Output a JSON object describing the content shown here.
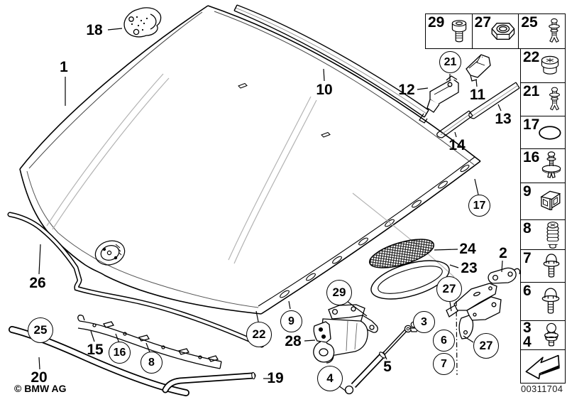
{
  "title": "Engine hood / mounting parts exploded diagram",
  "footer": {
    "copyright": "© BMW AG",
    "doc_number": "00311704"
  },
  "circled": {
    "c21": "21",
    "c17": "17",
    "c25": "25",
    "c16": "16",
    "c8": "8",
    "c22": "22",
    "c9": "9",
    "c29": "29",
    "c4": "4",
    "c3": "3",
    "c6": "6",
    "c7": "7",
    "c27a": "27",
    "c27b": "27"
  },
  "plain": {
    "p18": "18",
    "p1": "1",
    "p10": "10",
    "p12": "12",
    "p11": "11",
    "p13": "13",
    "p14": "14",
    "p26": "26",
    "p15": "15",
    "p20": "20",
    "p19": "19",
    "p28": "28",
    "p5": "5",
    "p2": "2",
    "p24": "24",
    "p23": "23"
  },
  "panel": {
    "row": {
      "r29": "29",
      "r27": "27",
      "r25": "25"
    },
    "col": {
      "k22": "22",
      "k21": "21",
      "k17": "17",
      "k16": "16",
      "k9": "9",
      "k8": "8",
      "k7": "7",
      "k6": "6",
      "k3": "3",
      "k4": "4"
    }
  },
  "icons": {
    "r29": "socket-head-screw-icon",
    "r27": "hex-nut-icon",
    "r25": "expansion-rivet-icon",
    "k22": "rubber-buffer-icon",
    "k21": "expansion-rivet-icon",
    "k17": "o-ring-icon",
    "k16": "rivet-with-washer-icon",
    "k9": "cage-clip-icon",
    "k8": "threaded-buffer-icon",
    "k7": "flange-bolt-icon",
    "k6": "flange-bolt-icon",
    "k34": "ball-stud-bolt-icon",
    "arrow": "direction-arrow-icon"
  },
  "colors": {
    "line": "#000000",
    "crease": "#b3b3b3",
    "background": "#ffffff"
  }
}
